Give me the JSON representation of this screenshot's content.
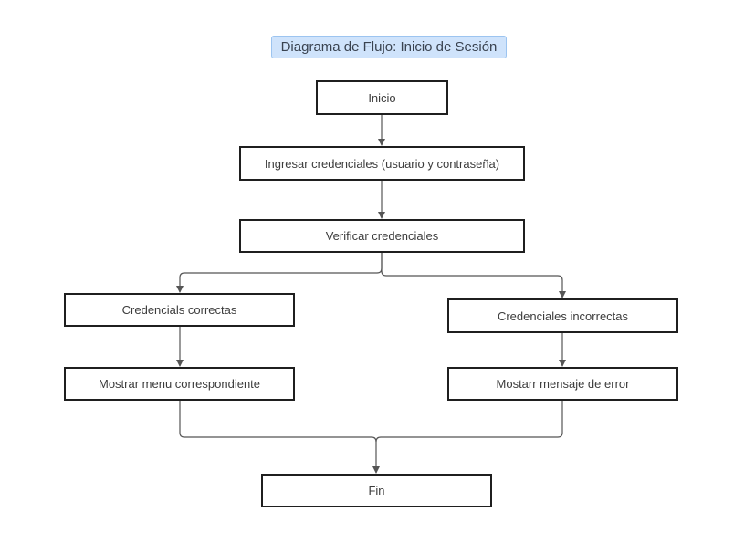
{
  "diagram": {
    "title": "Diagrama de Flujo: Inicio de Sesión",
    "colors": {
      "title_fill": "#cfe3fb",
      "title_border": "#9cc4f0",
      "node_border": "#1f1f1f",
      "connector": "#555555"
    },
    "nodes": {
      "start": "Inicio",
      "input": "Ingresar credenciales (usuario y contraseña)",
      "verify": "Verificar credenciales",
      "correct": "Credencials correctas",
      "incorrect": "Credenciales incorrectas",
      "menu": "Mostrar menu correspondiente",
      "error": "Mostarr mensaje de error",
      "end": "Fin"
    },
    "edges": [
      [
        "start",
        "input"
      ],
      [
        "input",
        "verify"
      ],
      [
        "verify",
        "correct"
      ],
      [
        "verify",
        "incorrect"
      ],
      [
        "correct",
        "menu"
      ],
      [
        "incorrect",
        "error"
      ],
      [
        "menu",
        "end"
      ],
      [
        "error",
        "end"
      ]
    ]
  }
}
